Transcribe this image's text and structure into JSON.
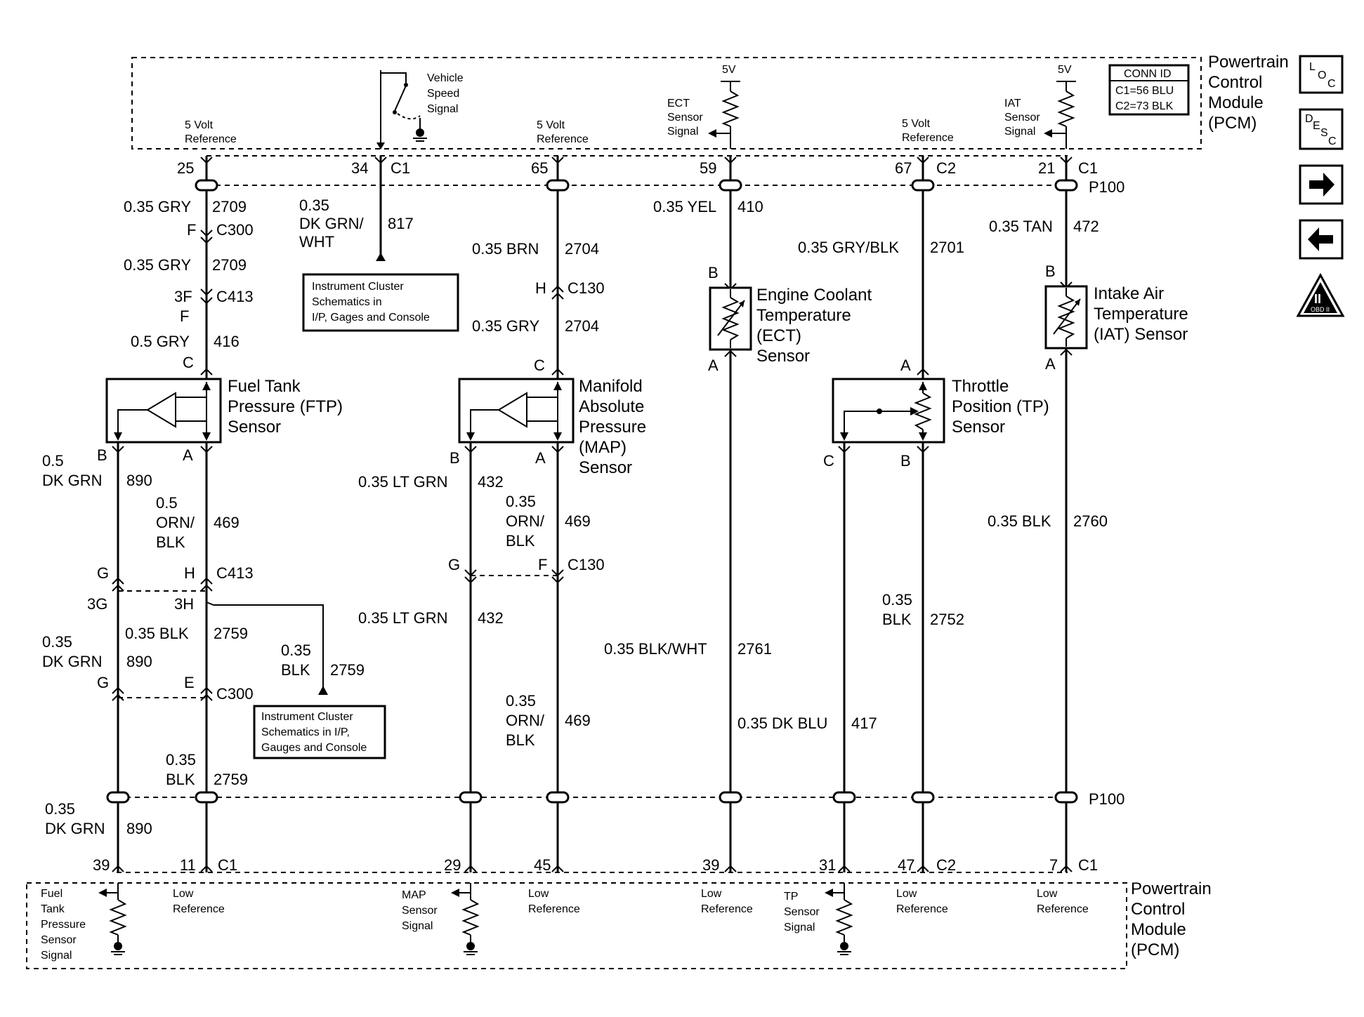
{
  "pcm_top": {
    "title": [
      "Powertrain",
      "Control",
      "Module",
      "(PCM)"
    ],
    "ref_5v": [
      "5 Volt",
      "Reference"
    ],
    "vss": [
      "Vehicle",
      "Speed",
      "Signal"
    ],
    "ect_signal": [
      "ECT",
      "Sensor",
      "Signal"
    ],
    "iat_signal": [
      "IAT",
      "Sensor",
      "Signal"
    ],
    "supply_5v": "5V",
    "conn_id": {
      "header": "CONN ID",
      "c1": "C1=56 BLU",
      "c2": "C2=73 BLK"
    },
    "pins": [
      "25",
      "34",
      "C1",
      "65",
      "59",
      "67",
      "C2",
      "21",
      "C1"
    ],
    "p100": "P100"
  },
  "pcm_bottom": {
    "title": [
      "Powertrain",
      "Control",
      "Module",
      "(PCM)"
    ],
    "fuel_tank_signal": [
      "Fuel",
      "Tank",
      "Pressure",
      "Sensor",
      "Signal"
    ],
    "low_ref": [
      "Low",
      "Reference"
    ],
    "map_signal": [
      "MAP",
      "Sensor",
      "Signal"
    ],
    "tp_signal": [
      "TP",
      "Sensor",
      "Signal"
    ],
    "pins": [
      "39",
      "11",
      "C1",
      "29",
      "45",
      "39",
      "31",
      "47",
      "C2",
      "7",
      "C1"
    ],
    "p100": "P100"
  },
  "ftp_column": {
    "w1": [
      "0.35 GRY",
      "2709"
    ],
    "c300": [
      "F",
      "C300"
    ],
    "w2": [
      "0.35 GRY",
      "2709"
    ],
    "c413": [
      "3F",
      "F",
      "C413"
    ],
    "w3": [
      "0.5 GRY",
      "416"
    ],
    "pin_c": "C",
    "sensor": [
      "Fuel Tank",
      "Pressure (FTP)",
      "Sensor"
    ],
    "pin_b": "B",
    "pin_a": "A",
    "w_b": [
      "0.5",
      "DK GRN",
      "890"
    ],
    "w_a": [
      "0.5",
      "ORN/",
      "BLK",
      "469"
    ],
    "conn_g": "G",
    "conn_h": "H",
    "conn_c413": "C413",
    "conn_3g": "3G",
    "conn_3h": "3H",
    "w_blk": [
      "0.35 BLK",
      "2759"
    ],
    "w_dkgrn": [
      "0.35",
      "DK GRN",
      "890"
    ],
    "w_splice": [
      "0.35",
      "BLK",
      "2759"
    ],
    "conn_g2": "G",
    "conn_e": "E",
    "conn_c300": "C300",
    "w_blk2": [
      "0.35",
      "BLK",
      "2759"
    ],
    "w_dkgrn2": [
      "0.35",
      "DK GRN",
      "890"
    ]
  },
  "vss_column": {
    "wire": [
      "0.35",
      "DK GRN/",
      "WHT",
      "817"
    ],
    "ref_box": [
      "Instrument Cluster",
      "Schematics in",
      "I/P, Gages and Console"
    ]
  },
  "ref_box2": [
    "Instrument Cluster",
    "Schematics in I/P,",
    "Gauges and Console"
  ],
  "map_column": {
    "w1": [
      "0.35 BRN",
      "2704"
    ],
    "c130": [
      "H",
      "C130"
    ],
    "w2": [
      "0.35 GRY",
      "2704"
    ],
    "pin_c": "C",
    "sensor": [
      "Manifold",
      "Absolute",
      "Pressure",
      "(MAP)",
      "Sensor"
    ],
    "pin_b": "B",
    "pin_a": "A",
    "w_b": [
      "0.35 LT GRN",
      "432"
    ],
    "w_a": [
      "0.35",
      "ORN/",
      "BLK",
      "469"
    ],
    "conn_g": "G",
    "conn_f": "F",
    "conn_c130": "C130",
    "w_b2": [
      "0.35 LT GRN",
      "432"
    ],
    "w_a2": [
      "0.35",
      "ORN/",
      "BLK",
      "469"
    ]
  },
  "ect_column": {
    "w1": [
      "0.35 YEL",
      "410"
    ],
    "pin_b": "B",
    "sensor": [
      "Engine Coolant",
      "Temperature",
      "(ECT)",
      "Sensor"
    ],
    "pin_a": "A",
    "w2": [
      "0.35 BLK/WHT",
      "2761"
    ]
  },
  "tp_column": {
    "w1": [
      "0.35 GRY/BLK",
      "2701"
    ],
    "pin_a": "A",
    "sensor": [
      "Throttle",
      "Position (TP)",
      "Sensor"
    ],
    "pin_c": "C",
    "pin_b": "B",
    "w_c": [
      "0.35 DK BLU",
      "417"
    ],
    "w_b": [
      "0.35",
      "BLK",
      "2752"
    ]
  },
  "iat_column": {
    "w1": [
      "0.35 TAN",
      "472"
    ],
    "pin_b": "B",
    "sensor": [
      "Intake Air",
      "Temperature",
      "(IAT) Sensor"
    ],
    "pin_a": "A",
    "w2": [
      "0.35 BLK",
      "2760"
    ]
  },
  "side_icons": {
    "loc": [
      "L",
      "O",
      "C"
    ],
    "desc": [
      "D",
      "E",
      "S",
      "C"
    ],
    "obd": [
      "II",
      "OBD II"
    ]
  }
}
